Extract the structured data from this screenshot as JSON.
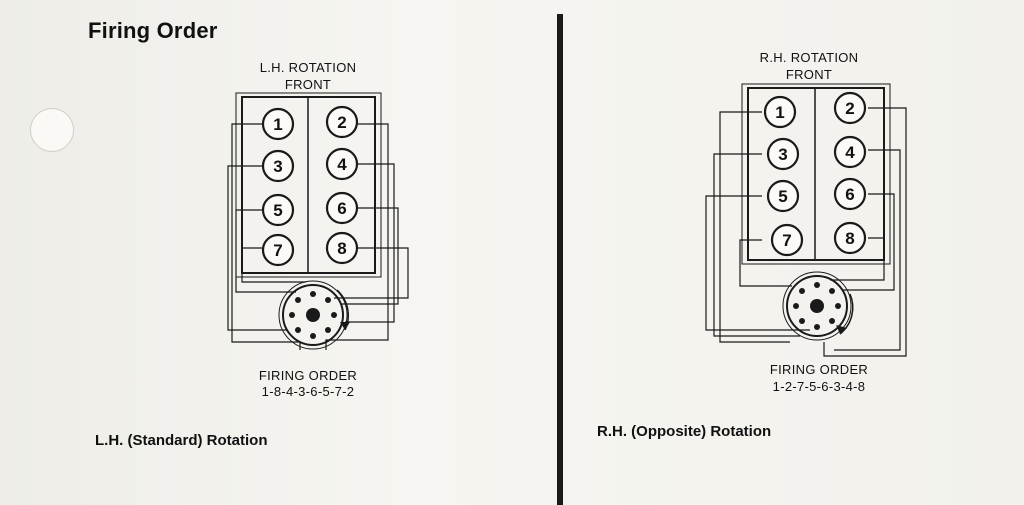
{
  "title": "Firing Order",
  "left": {
    "rotation_label": "L.H. ROTATION",
    "front_label": "FRONT",
    "cylinders": [
      "1",
      "2",
      "3",
      "4",
      "5",
      "6",
      "7",
      "8"
    ],
    "firing_order_label": "FIRING ORDER",
    "firing_order": "1-8-4-3-6-5-7-2",
    "caption": "L.H. (Standard) Rotation"
  },
  "right": {
    "rotation_label": "R.H. ROTATION",
    "front_label": "FRONT",
    "cylinders": [
      "1",
      "2",
      "3",
      "4",
      "5",
      "6",
      "7",
      "8"
    ],
    "firing_order_label": "FIRING ORDER",
    "firing_order": "1-2-7-5-6-3-4-8",
    "caption": "R.H. (Opposite) Rotation"
  }
}
